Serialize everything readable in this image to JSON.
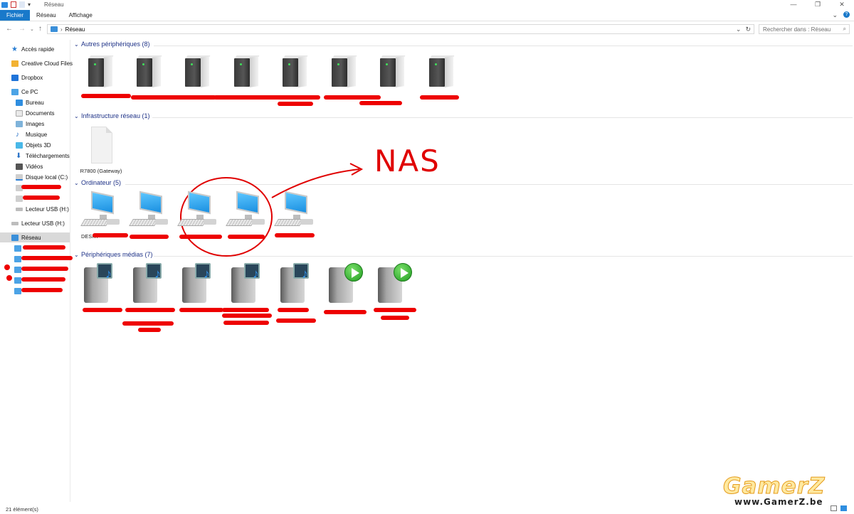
{
  "window": {
    "title": "Réseau"
  },
  "ribbon": {
    "tabs": [
      "Fichier",
      "Réseau",
      "Affichage"
    ]
  },
  "address": {
    "path": "Réseau",
    "search_placeholder": "Rechercher dans : Réseau"
  },
  "nav": {
    "quick_access": "Accès rapide",
    "creative_cloud": "Creative Cloud Files",
    "dropbox": "Dropbox",
    "this_pc": "Ce PC",
    "desktop": "Bureau",
    "documents": "Documents",
    "pictures": "Images",
    "music": "Musique",
    "objects3d": "Objets 3D",
    "downloads": "Téléchargements",
    "videos": "Vidéos",
    "local_disk": "Disque local (C:)",
    "usb1": "Lecteur USB (H:)",
    "usb2": "Lecteur USB (H:)",
    "network": "Réseau"
  },
  "groups": {
    "other": "Autres périphériques (8)",
    "infra": "Infrastructure réseau (1)",
    "computers": "Ordinateur (5)",
    "media": "Périphériques médias (7)"
  },
  "infra_items": [
    "R7800 (Gateway)"
  ],
  "computer_labels": [
    "DESKT",
    "",
    "",
    "",
    ""
  ],
  "annotation": {
    "text": "NAS",
    "color": "#e00000"
  },
  "status": {
    "count": "21 élément(s)"
  },
  "watermark": {
    "brand": "GamerZ",
    "url": "www.GamerZ.be"
  },
  "colors": {
    "accent": "#1979ca",
    "group_header": "#1e3287",
    "redaction": "#e00000"
  },
  "icons": {
    "server": "server-icon",
    "computer": "computer-icon",
    "media": "media-server-icon",
    "file": "file-icon"
  }
}
